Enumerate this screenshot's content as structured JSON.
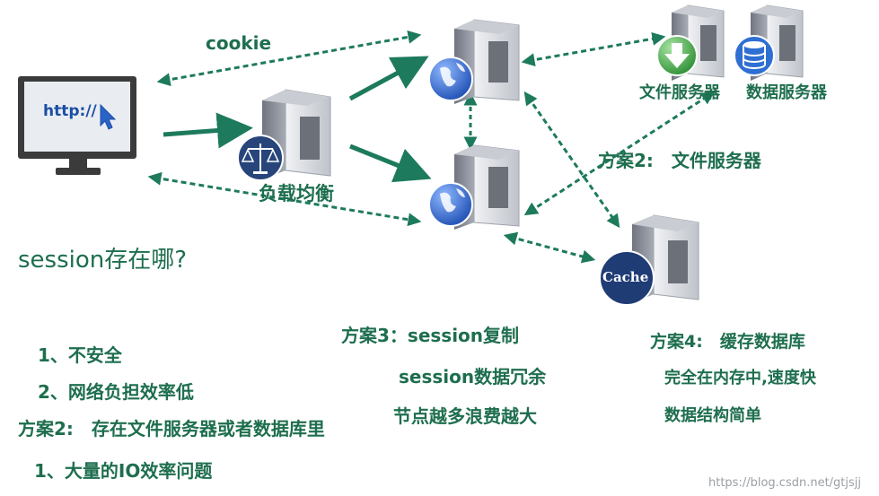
{
  "labels": {
    "cookie": "cookie",
    "browser_url": "http://",
    "load_balancer": "负载均衡",
    "file_server": "文件服务器",
    "data_server": "数据服务器",
    "cache": "Cache",
    "question": "session存在哪?",
    "plan2_right": "方案2:　文件服务器"
  },
  "notes": {
    "problem1": "1、不安全",
    "problem2": "2、网络负担效率低",
    "plan2": "方案2:　存在文件服务器或者数据库里",
    "plan2_issue": "1、大量的IO效率问题",
    "plan3_title": "方案3：session复制",
    "plan3_line1": "session数据冗余",
    "plan3_line2": "节点越多浪费越大",
    "plan4_title": "方案4:　缓存数据库",
    "plan4_line1": "完全在内存中,速度快",
    "plan4_line2": "数据结构简单"
  },
  "watermark": "https://blog.csdn.net/gtjsjj",
  "colors": {
    "arrow": "#1d7a5c",
    "label_green": "#1e6e4e",
    "server_body": "#8a8f99",
    "server_front": "#d5d8de",
    "monitor_frame": "#3b3b3b",
    "monitor_screen": "#e9edf2",
    "url_blue": "#1a4fa3",
    "globe_blue": "#2a63c7",
    "balancer_badge": "#27457a",
    "cache_badge": "#1f3c75",
    "download_green": "#4caf50",
    "database_blue": "#2f6ed3"
  }
}
